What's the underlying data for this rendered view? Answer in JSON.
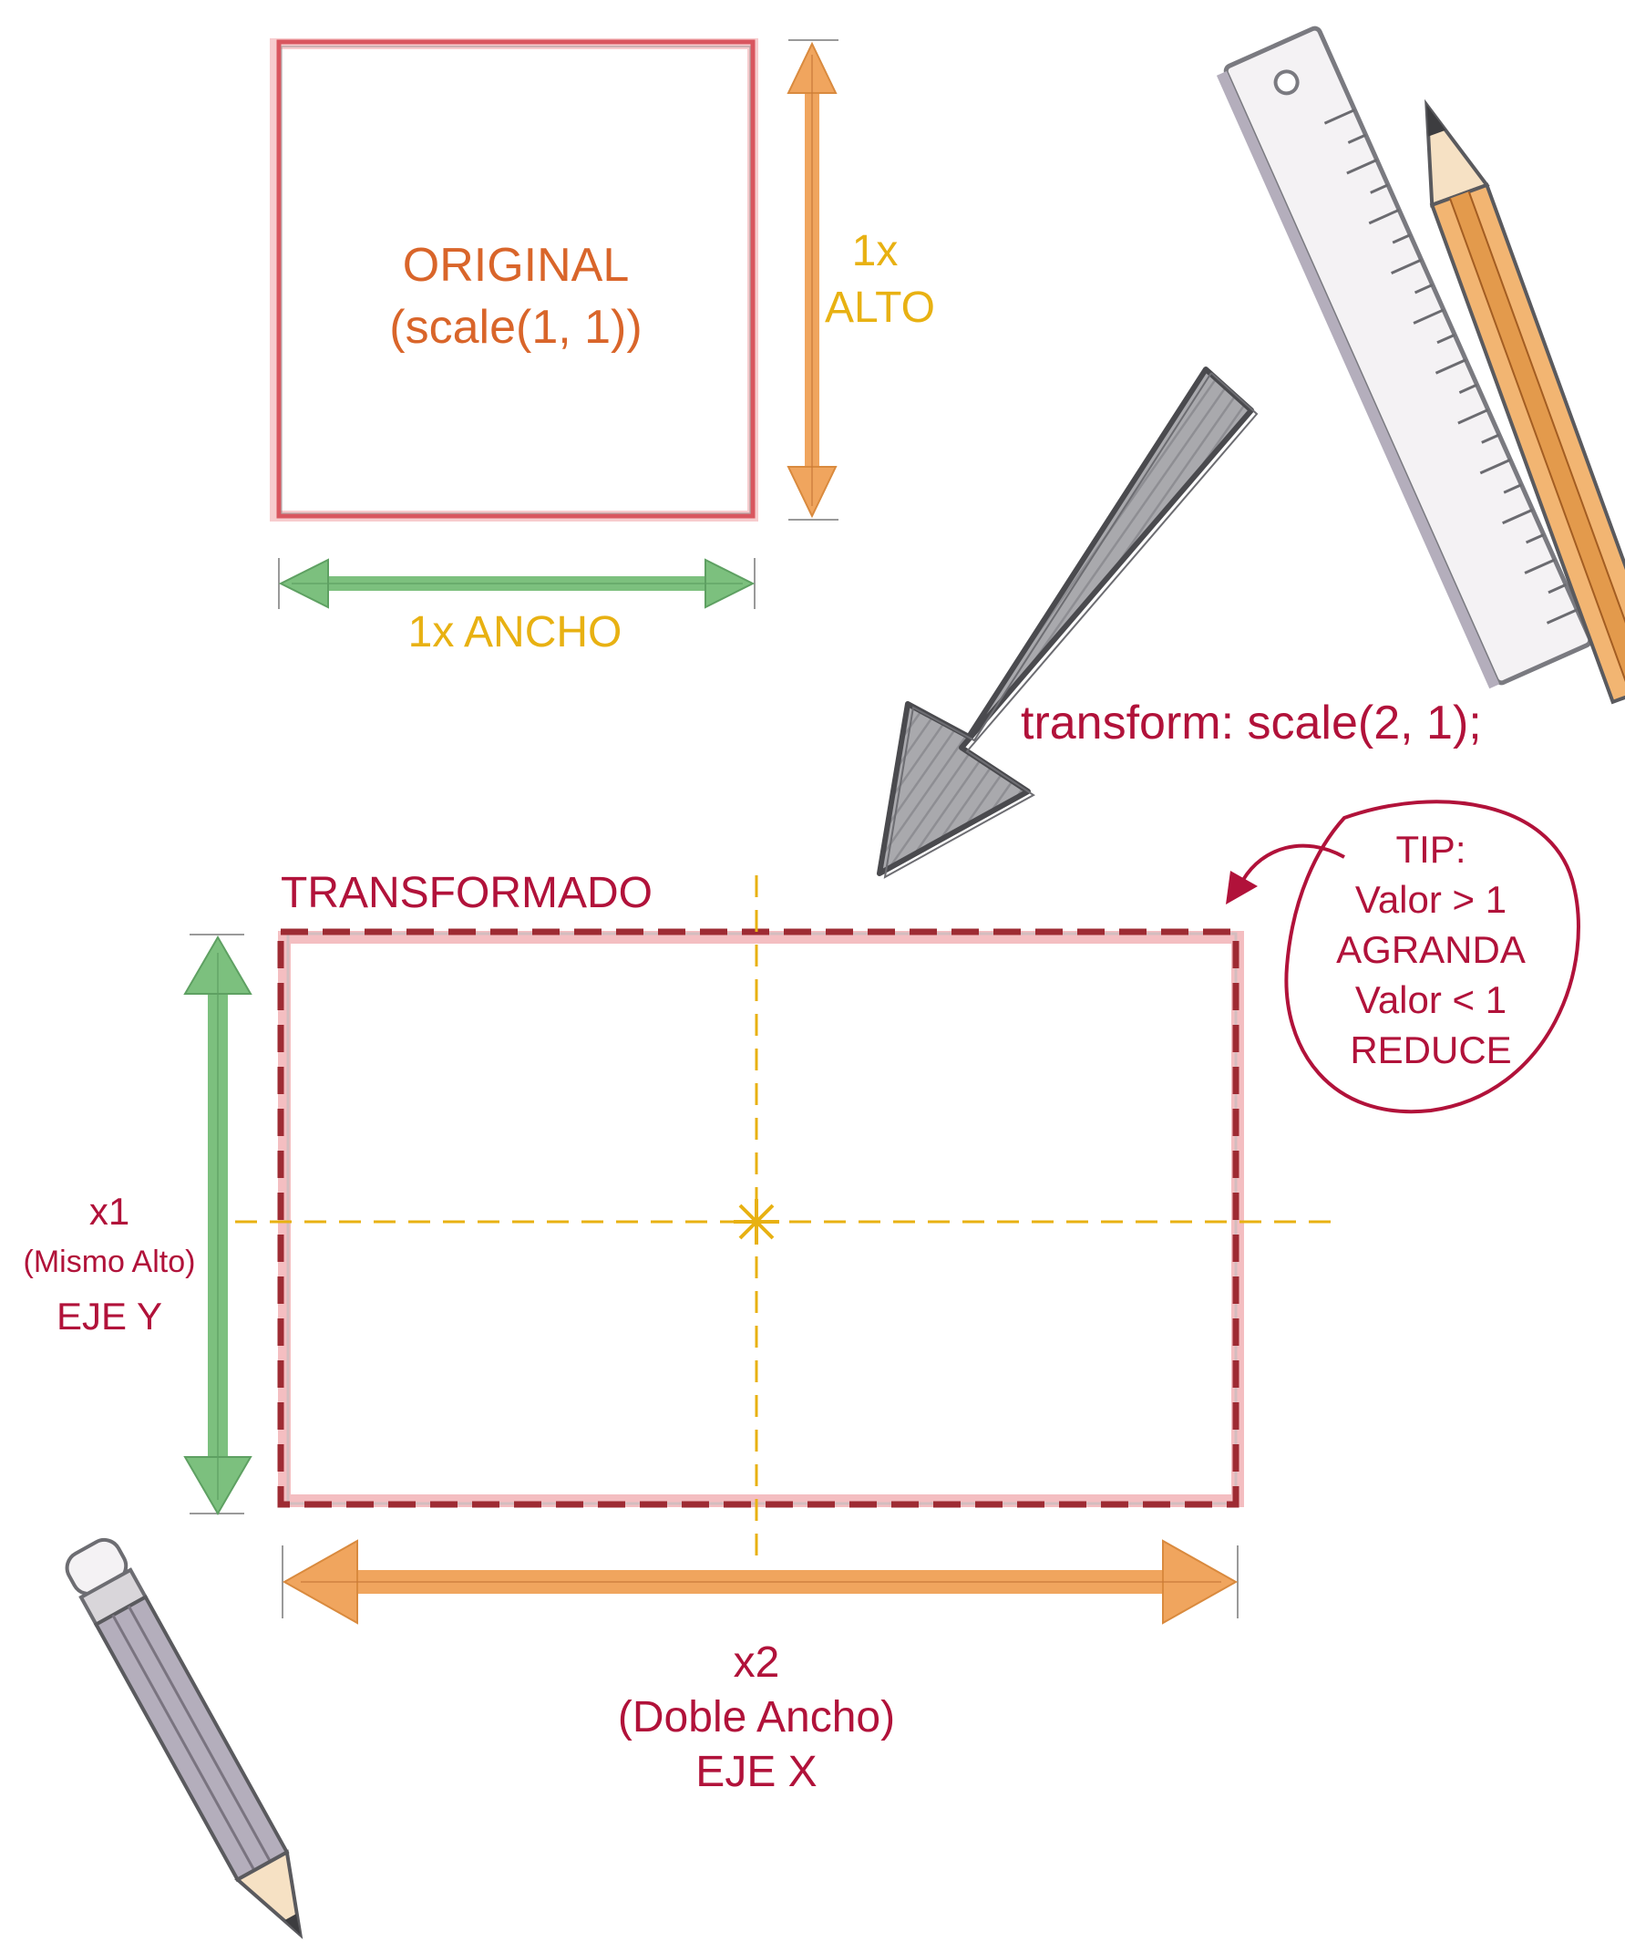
{
  "original": {
    "title": "ORIGINAL",
    "subtitle": "(scale(1, 1))",
    "height_label_line1": "1x",
    "height_label_line2": "ALTO",
    "width_label": "1x ANCHO"
  },
  "transform_code": "transform: scale(2, 1);",
  "transformed": {
    "title": "TRANSFORMADO",
    "y_label_line1": "x1",
    "y_label_line2": "(Mismo Alto)",
    "y_label_line3": "EJE Y",
    "x_label_line1": "x2",
    "x_label_line2": "(Doble Ancho)",
    "x_label_line3": "EJE X"
  },
  "tip": {
    "line1": "TIP:",
    "line2": "Valor > 1",
    "line3": "AGRANDA",
    "line4": "Valor < 1",
    "line5": "REDUCE"
  },
  "colors": {
    "original_border": "#d9565f",
    "transformed_dash": "#9e2b33",
    "transformed_glow": "#f0a3a6",
    "yellow_accent": "#e8b112",
    "green_arrow": "#7cc07e",
    "orange_arrow": "#f0a55e",
    "text_red": "#b1123a",
    "text_orange": "#d9652a"
  },
  "icons": [
    "ruler-icon",
    "pencil-icon",
    "big-arrow-icon",
    "curved-arrow-icon"
  ]
}
